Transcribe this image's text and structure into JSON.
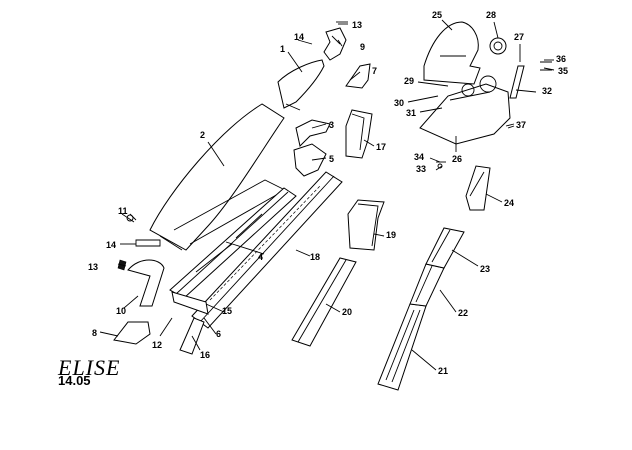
{
  "brand_logo": "ELISE",
  "figure_ref": "14.05",
  "callouts": [
    "1",
    "2",
    "3",
    "4",
    "5",
    "6",
    "7",
    "8",
    "9",
    "10",
    "11",
    "12",
    "13",
    "14",
    "15",
    "16",
    "17",
    "18",
    "19",
    "20",
    "21",
    "22",
    "23",
    "24",
    "25",
    "26",
    "27",
    "28",
    "29",
    "30",
    "31",
    "32",
    "33",
    "34",
    "35",
    "36",
    "37"
  ],
  "callouts_dup": [
    "13",
    "14"
  ]
}
